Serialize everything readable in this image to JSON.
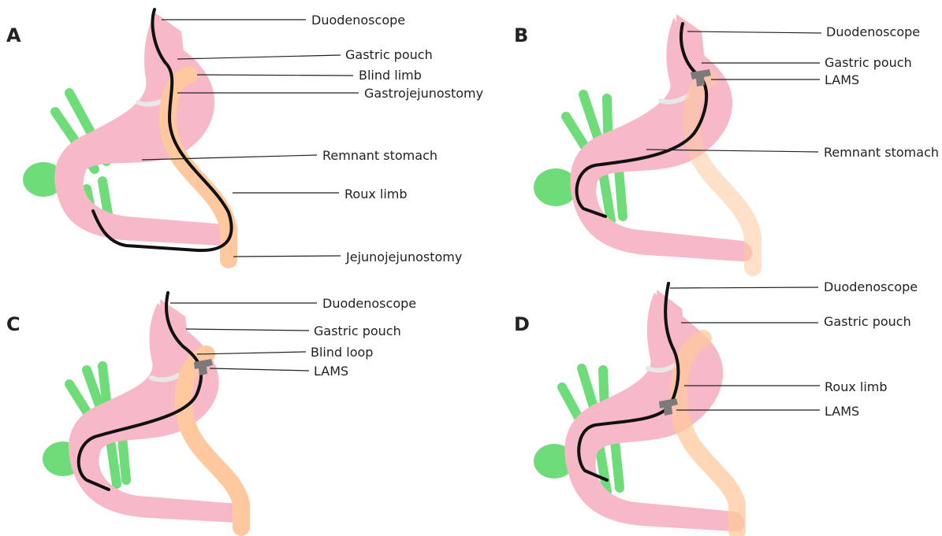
{
  "panels": {
    "a": {
      "letter": "A",
      "labels": {
        "duodenoscope": "Duodenoscope",
        "gastric_pouch": "Gastric pouch",
        "blind_limb": "Blind limb",
        "gastrojejunostomy": "Gastrojejunostomy",
        "remnant_stomach": "Remnant stomach",
        "roux_limb": "Roux limb",
        "jejunojejunostomy": "Jejunojejunostomy"
      }
    },
    "b": {
      "letter": "B",
      "labels": {
        "duodenoscope": "Duodenoscope",
        "gastric_pouch": "Gastric pouch",
        "lams": "LAMS",
        "remnant_stomach": "Remnant stomach"
      }
    },
    "c": {
      "letter": "C",
      "labels": {
        "duodenoscope": "Duodenoscope",
        "gastric_pouch": "Gastric pouch",
        "blind_loop": "Blind loop",
        "lams": "LAMS"
      }
    },
    "d": {
      "letter": "D",
      "labels": {
        "duodenoscope": "Duodenoscope",
        "gastric_pouch": "Gastric pouch",
        "roux_limb": "Roux limb",
        "lams": "LAMS"
      }
    }
  },
  "colors": {
    "stomach": "#f7b8c8",
    "roux_limb": "#ffc89e",
    "vessels": "#6fdc7a",
    "endoscope": "#111111",
    "lams": "#7a7a7a"
  }
}
